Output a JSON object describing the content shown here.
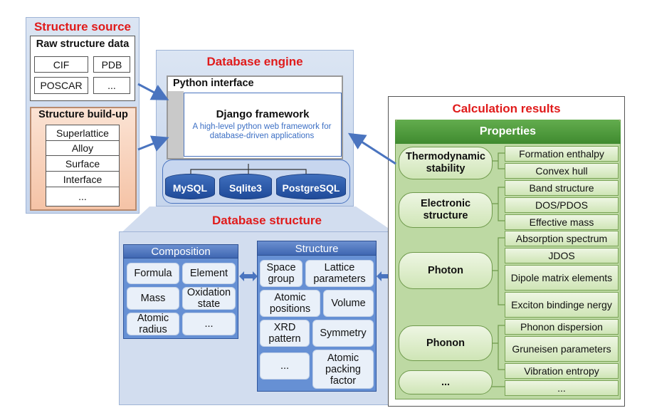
{
  "structure_source": {
    "title": "Structure source",
    "raw": {
      "title": "Raw structure data",
      "items": [
        "CIF",
        "PDB",
        "POSCAR",
        "..."
      ]
    },
    "buildup": {
      "title": "Structure build-up",
      "items": [
        "Superlattice",
        "Alloy",
        "Surface",
        "Interface",
        "..."
      ]
    }
  },
  "engine": {
    "title": "Database engine",
    "python_interface": "Python interface",
    "django_title": "Django framework",
    "django_desc": "A high-level python web framework for database-driven applications",
    "databases": [
      "MySQL",
      "Sqlite3",
      "PostgreSQL"
    ]
  },
  "db_structure": {
    "title": "Database structure",
    "composition": {
      "title": "Composition",
      "items": [
        "Formula",
        "Element",
        "Mass",
        "Oxidation state",
        "Atomic radius",
        "..."
      ]
    },
    "structure": {
      "title": "Structure",
      "items": [
        "Space group",
        "Lattice parameters",
        "Atomic positions",
        "Volume",
        "XRD pattern",
        "Symmetry",
        "...",
        "Atomic packing factor"
      ]
    }
  },
  "results": {
    "title": "Calculation results",
    "properties_header": "Properties",
    "groups": [
      {
        "name": "Thermodynamic stability",
        "props": [
          "Formation enthalpy",
          "Convex hull"
        ]
      },
      {
        "name": "Electronic structure",
        "props": [
          "Band structure",
          "DOS/PDOS",
          "Effective mass"
        ]
      },
      {
        "name": "Photon",
        "props": [
          "Absorption spectrum",
          "JDOS",
          "Dipole matrix elements",
          "Exciton bindinge nergy"
        ]
      },
      {
        "name": "Phonon",
        "props": [
          "Phonon dispersion",
          "Gruneisen parameters",
          "Vibration entropy"
        ]
      },
      {
        "name": "...",
        "props": [
          "..."
        ]
      }
    ]
  },
  "colors": {
    "title_red": "#e01b1b",
    "arrow_blue": "#4a74bf",
    "properties_green": "#4e9a3a"
  }
}
